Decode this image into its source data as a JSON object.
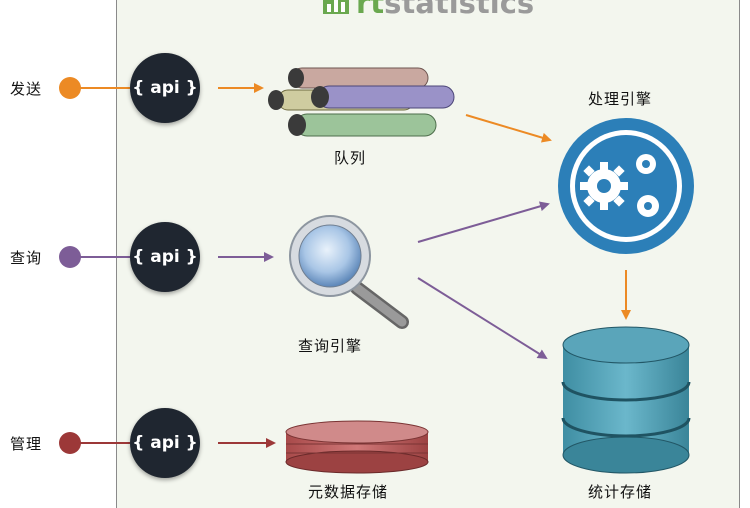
{
  "header": {
    "brand_prefix": "rt",
    "brand_suffix": "statistics"
  },
  "rows": [
    {
      "id": "send",
      "label": "发送",
      "color": "#ec8a24",
      "api_label": "{ api }"
    },
    {
      "id": "query",
      "label": "查询",
      "color": "#7d5d97",
      "api_label": "{ api }"
    },
    {
      "id": "manage",
      "label": "管理",
      "color": "#9c3838",
      "api_label": "{ api }"
    }
  ],
  "components": {
    "queue": "队列",
    "query_engine": "查询引擎",
    "metadata_storage": "元数据存储",
    "processing_engine": "处理引擎",
    "stats_storage": "统计存储"
  },
  "colors": {
    "orange": "#ec8a24",
    "purple": "#7d5d97",
    "red": "#9c3838",
    "engine_blue": "#2c7fb8",
    "storage_teal": "#5ba3b8",
    "brand_green": "#6aa84f",
    "brand_gray": "#9a9a9a"
  }
}
